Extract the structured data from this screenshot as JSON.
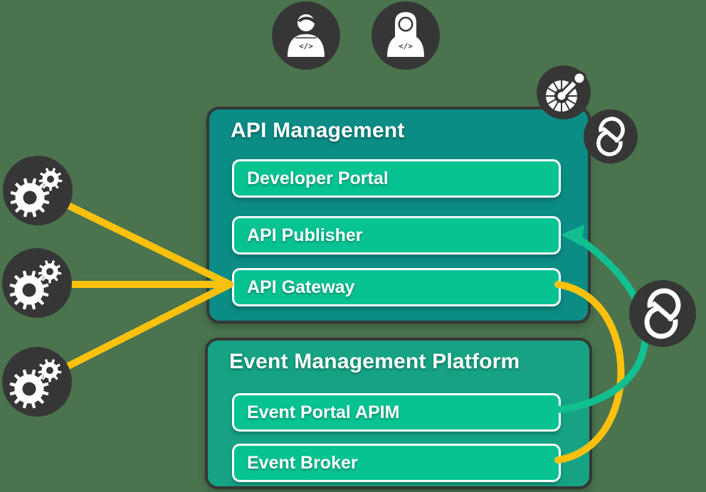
{
  "colors": {
    "background": "#4A734E",
    "dark": "#363636",
    "api_box": "#0B8C85",
    "event_box": "#16A383",
    "bar": "#07C392",
    "yellow": "#FCC10D",
    "green_arrow": "#12BF8F"
  },
  "api_management": {
    "title": "API Management",
    "items": [
      "Developer Portal",
      "API Publisher",
      "API Gateway"
    ]
  },
  "event_platform": {
    "title": "Event Management Platform",
    "items": [
      "Event Portal APIM",
      "Event Broker"
    ]
  },
  "icons": {
    "code_glyph": "</>",
    "developer_icons": [
      "developer-male-laptop-icon",
      "developer-female-laptop-icon"
    ],
    "source_icons": [
      "gears-icon",
      "gears-icon",
      "gears-icon"
    ],
    "brand_icons": [
      "radial-connector-icon",
      "solace-s-logo-icon",
      "solace-s-logo-icon"
    ]
  },
  "connections": [
    {
      "from": "gears-1",
      "to": "API Gateway",
      "color": "yellow",
      "style": "straight-line"
    },
    {
      "from": "gears-2",
      "to": "API Gateway",
      "color": "yellow",
      "style": "straight-line"
    },
    {
      "from": "gears-3",
      "to": "API Gateway",
      "color": "yellow",
      "style": "straight-line"
    },
    {
      "from": "API Gateway",
      "to": "Event Broker",
      "color": "yellow",
      "style": "curve"
    },
    {
      "from": "Event Portal APIM",
      "to": "API Publisher",
      "color": "green",
      "style": "curve-with-arrowhead"
    }
  ]
}
